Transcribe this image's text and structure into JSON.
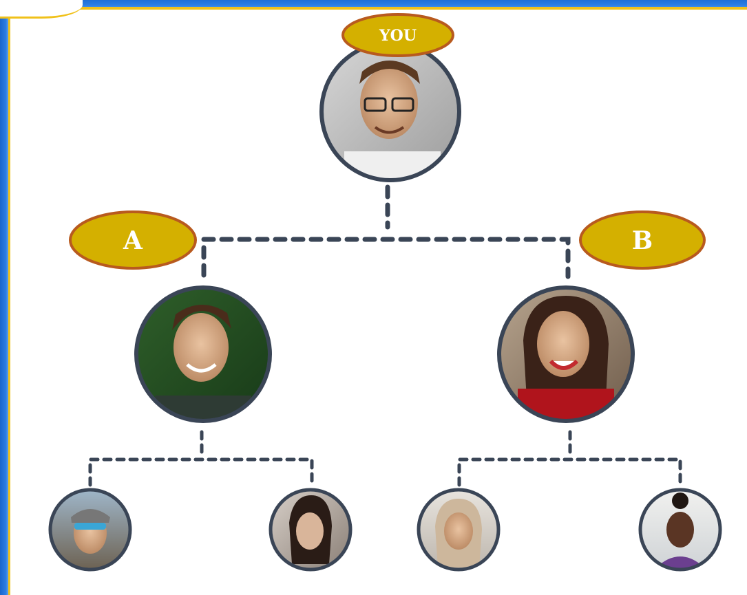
{
  "diagram": {
    "root_label": "YOU",
    "left_label": "A",
    "right_label": "B"
  },
  "colors": {
    "frame_blue": "#2b7de3",
    "frame_gold": "#f0c11a",
    "badge_fill": "#d4b000",
    "badge_stroke": "#b85a1e",
    "connector": "#3a4556",
    "avatar_ring": "#3a4556"
  },
  "nodes": [
    {
      "id": "you",
      "icon": "person-avatar-icon"
    },
    {
      "id": "a",
      "icon": "person-avatar-icon"
    },
    {
      "id": "b",
      "icon": "person-avatar-icon"
    },
    {
      "id": "a1",
      "icon": "person-avatar-icon"
    },
    {
      "id": "a2",
      "icon": "person-avatar-icon"
    },
    {
      "id": "b1",
      "icon": "person-avatar-icon"
    },
    {
      "id": "b2",
      "icon": "person-avatar-icon"
    }
  ]
}
